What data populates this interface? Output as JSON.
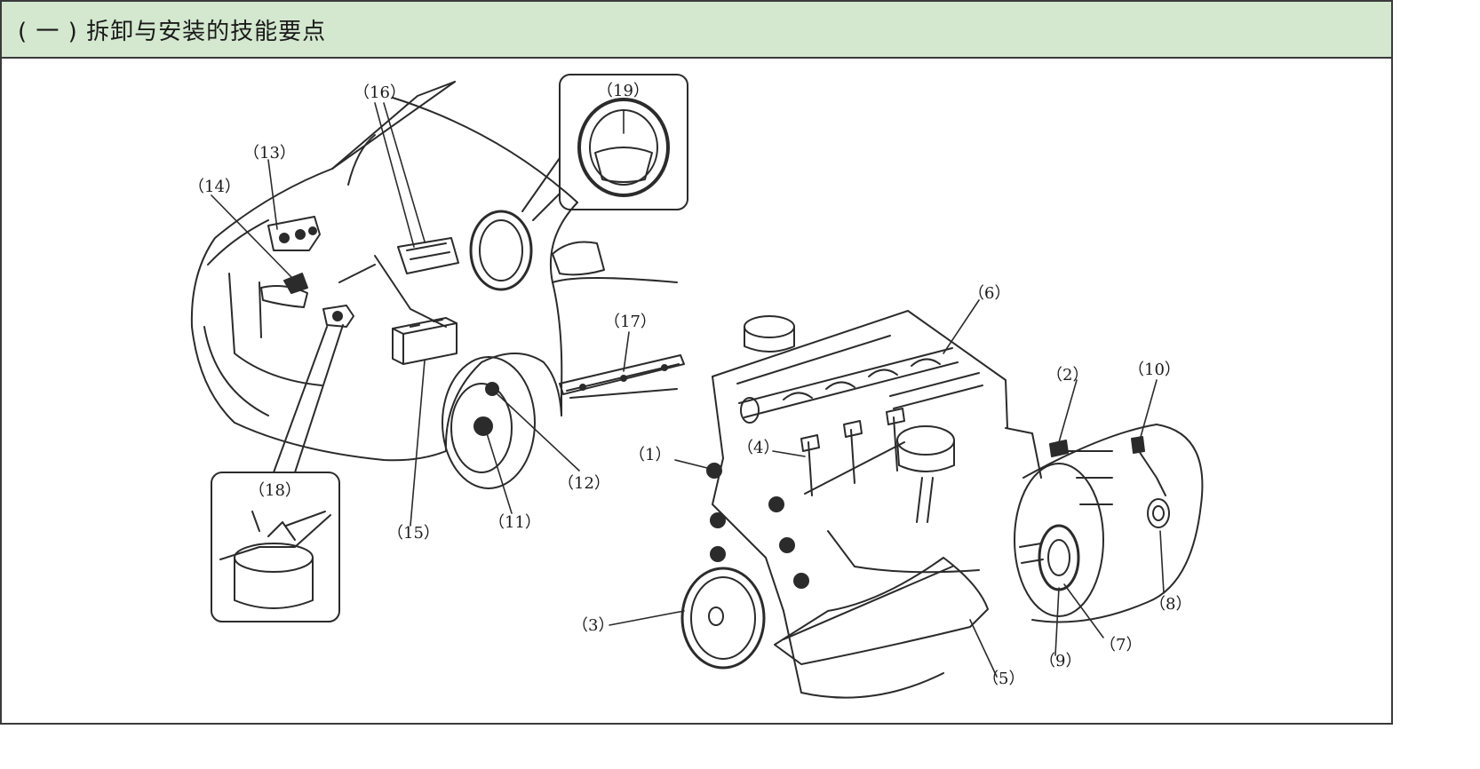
{
  "header": {
    "title": "( 一 ) 拆卸与安装的技能要点"
  },
  "colors": {
    "header_background": "#d3e8cf",
    "frame_border": "#3a3a3a",
    "line_art": "#2b2b2b"
  },
  "illustration": {
    "callouts": [
      {
        "id": "1",
        "label": "（1）"
      },
      {
        "id": "2",
        "label": "（2）"
      },
      {
        "id": "3",
        "label": "（3）"
      },
      {
        "id": "4",
        "label": "（4）"
      },
      {
        "id": "5",
        "label": "（5）"
      },
      {
        "id": "6",
        "label": "（6）"
      },
      {
        "id": "7",
        "label": "（7）"
      },
      {
        "id": "8",
        "label": "（8）"
      },
      {
        "id": "9",
        "label": "（9）"
      },
      {
        "id": "10",
        "label": "（10）"
      },
      {
        "id": "11",
        "label": "（11）"
      },
      {
        "id": "12",
        "label": "（12）"
      },
      {
        "id": "13",
        "label": "（13）"
      },
      {
        "id": "14",
        "label": "（14）"
      },
      {
        "id": "15",
        "label": "（15）"
      },
      {
        "id": "16",
        "label": "（16）"
      },
      {
        "id": "17",
        "label": "（17）"
      },
      {
        "id": "18",
        "label": "（18）"
      },
      {
        "id": "19",
        "label": "（19）"
      }
    ]
  }
}
